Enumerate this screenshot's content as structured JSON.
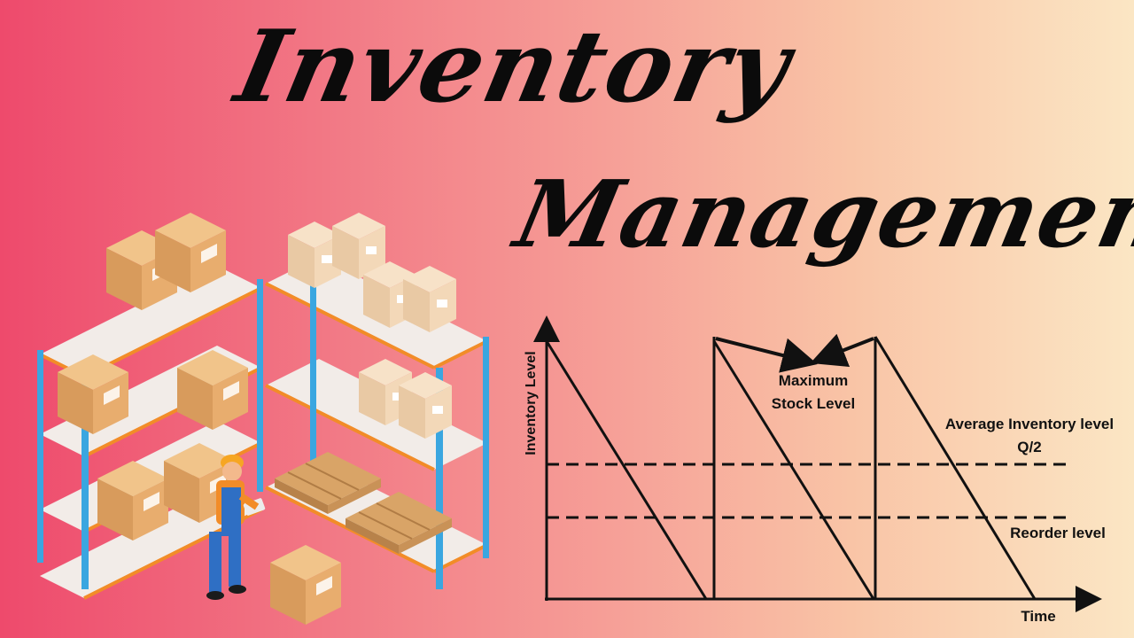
{
  "title": {
    "line1": "Inventory",
    "line2": "Management"
  },
  "chart_data": {
    "type": "line",
    "ylabel": "Inventory Level",
    "xlabel": "Time",
    "annotations": {
      "max_stock": [
        "Maximum",
        "Stock Level"
      ],
      "average": [
        "Average Inventory level",
        "Q/2"
      ],
      "reorder": "Reorder level"
    }
  },
  "colors": {
    "gradient_start": "#ee4a6c",
    "gradient_end": "#fbe6c4",
    "ink": "#111111",
    "box": "#e2aa6c",
    "shelf_post": "#3aa6e0",
    "shelf_edge": "#f28c28"
  },
  "illustration": {
    "subject": "warehouse worker with tablet beside shelves of cardboard boxes and pallets"
  }
}
